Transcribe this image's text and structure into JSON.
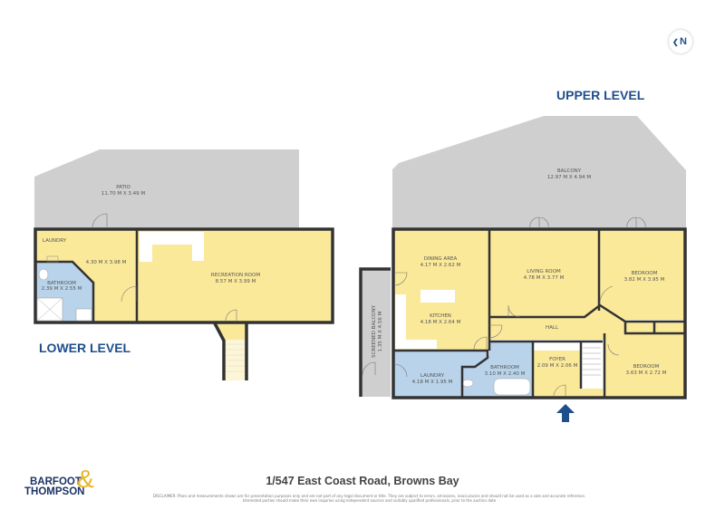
{
  "compass": {
    "label": "N"
  },
  "lower_level": {
    "title": "LOWER LEVEL",
    "rooms": [
      {
        "name": "PATIO",
        "size": "11.70 M X 3.49 M"
      },
      {
        "name": "LAUNDRY",
        "size": "4.30 M X 3.98 M"
      },
      {
        "name": "BATHROOM",
        "size": "2.39 M X 2.55 M"
      },
      {
        "name": "RECREATION ROOM",
        "size": "8.57 M X 3.99 M"
      }
    ]
  },
  "upper_level": {
    "title": "UPPER LEVEL",
    "rooms": [
      {
        "name": "BALCONY",
        "size": "12.97 M X 4.94 M"
      },
      {
        "name": "DINING AREA",
        "size": "4.17 M X 2.62 M"
      },
      {
        "name": "LIVING ROOM",
        "size": "4.78 M X 3.77 M"
      },
      {
        "name": "BEDROOM",
        "size": "3.82 M X 3.95 M"
      },
      {
        "name": "KITCHEN",
        "size": "4.18 M X 2.64 M"
      },
      {
        "name": "HALL",
        "size": ""
      },
      {
        "name": "SCREENED BALCONY",
        "size": "1.35 M X 4.56 M"
      },
      {
        "name": "LAUNDRY",
        "size": "4.18 M X 1.95 M"
      },
      {
        "name": "BATHROOM",
        "size": "3.10 M X 2.40 M"
      },
      {
        "name": "FOYER",
        "size": "2.09 M X 2.06 M"
      },
      {
        "name": "BEDROOM",
        "size": "3.63 M X 2.72 M"
      }
    ]
  },
  "colors": {
    "living": "#fbe99a",
    "wet": "#b9d3ea",
    "outdoor": "#cfcfcf",
    "walls": "#333333",
    "accent": "#1f4e8c",
    "logo_amp": "#e8b623"
  },
  "footer": {
    "address": "1/547 East Coast Road, Browns Bay",
    "disclaimer": "DISCLAIMER: Plans and measurements shown are for presentation purposes only and are not part of any legal document or title. They are subject to errors, omissions, inaccuracies and should not be used as a sole and accurate reference. Interested parties should make their own inquiries using independent sources and suitably qualified professionals, prior to the auction date",
    "logo": {
      "line1": "BARFOOT",
      "line2": "THOMPSON",
      "amp": "&"
    }
  }
}
